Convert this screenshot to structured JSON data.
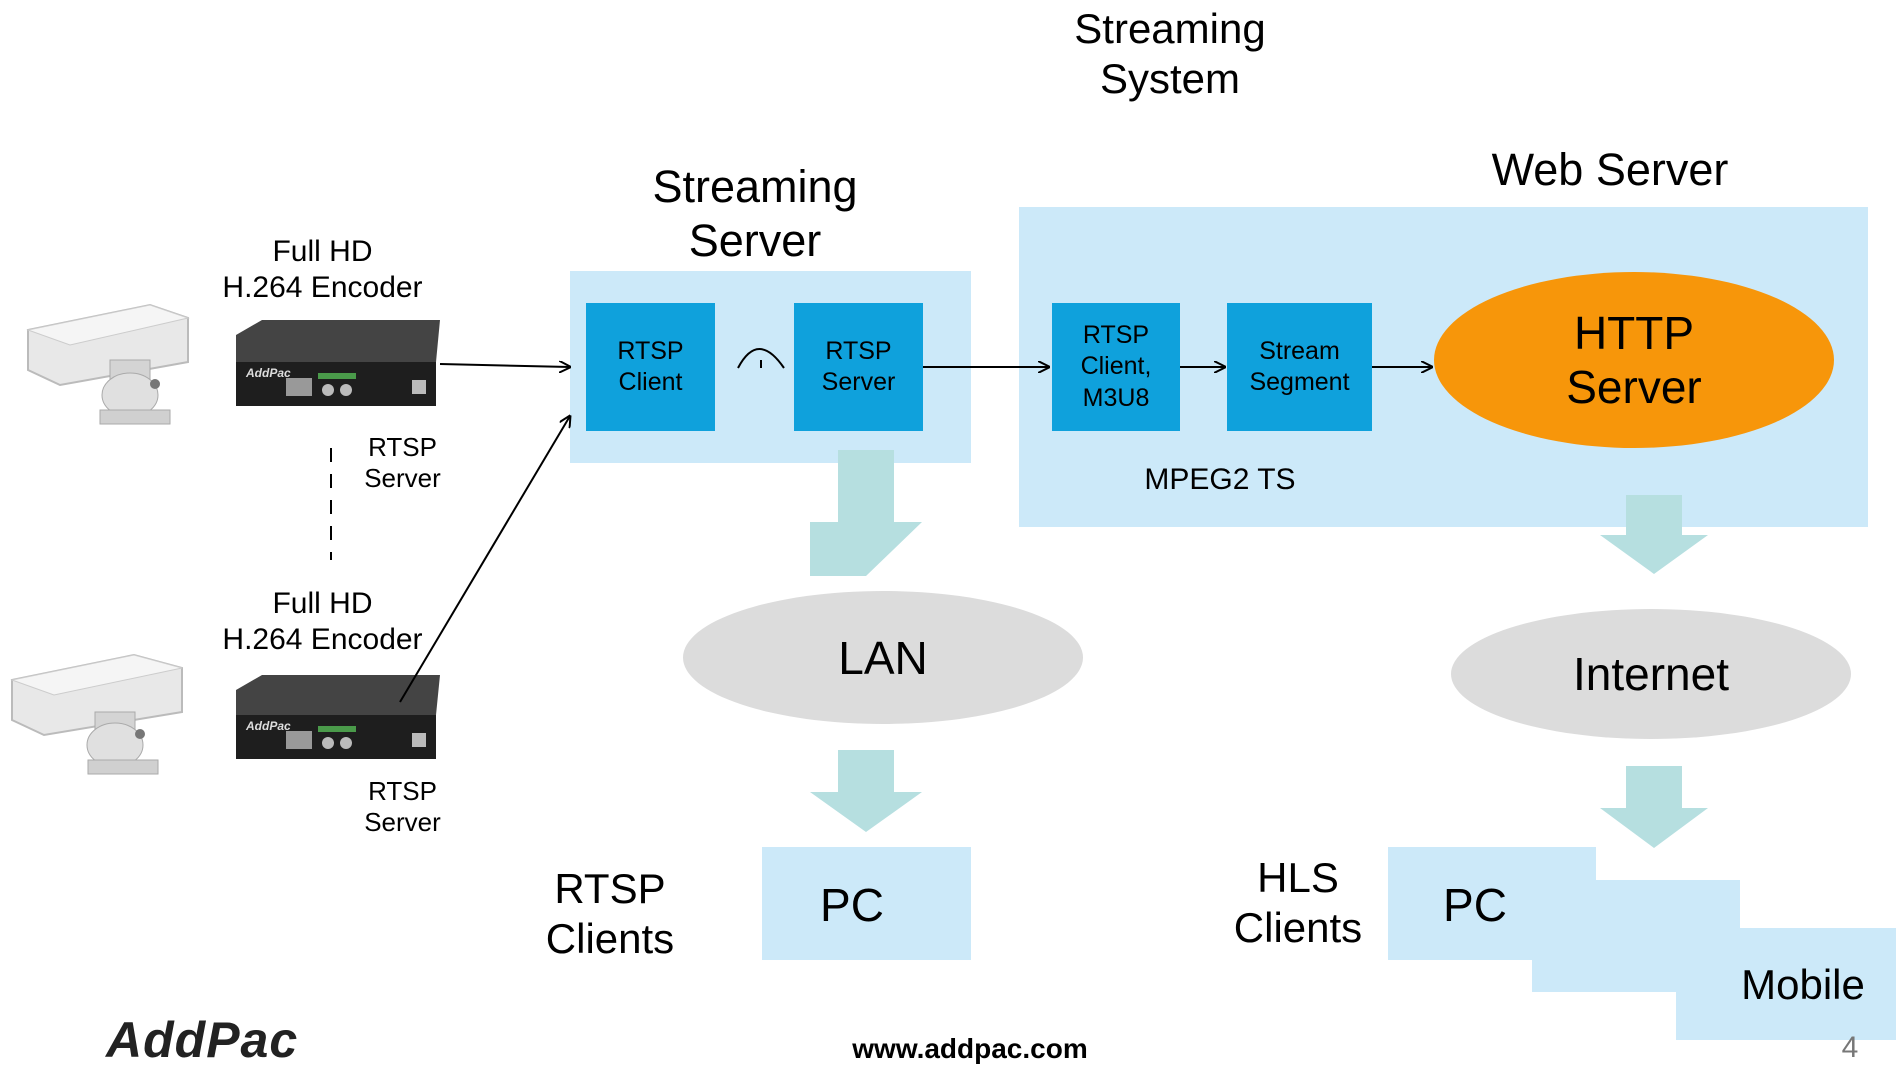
{
  "title": {
    "line1": "Streaming",
    "line2": "System"
  },
  "streaming_server": {
    "title_line1": "Streaming",
    "title_line2": "Server",
    "rtsp_client": {
      "line1": "RTSP",
      "line2": "Client"
    },
    "rtsp_server": {
      "line1": "RTSP",
      "line2": "Server"
    }
  },
  "web_server": {
    "title": "Web Server",
    "rtsp_client_m3u8": {
      "line1": "RTSP",
      "line2": "Client,",
      "line3": "M3U8"
    },
    "stream_segment": {
      "line1": "Stream",
      "line2": "Segment"
    },
    "http_server": {
      "line1": "HTTP",
      "line2": "Server"
    },
    "mpeg_label": "MPEG2 TS"
  },
  "encoders": [
    {
      "line1": "Full HD",
      "line2": "H.264 Encoder",
      "server_line1": "RTSP",
      "server_line2": "Server",
      "brand": "AddPac"
    },
    {
      "line1": "Full HD",
      "line2": "H.264 Encoder",
      "server_line1": "RTSP",
      "server_line2": "Server",
      "brand": "AddPac"
    }
  ],
  "lan": "LAN",
  "internet": "Internet",
  "rtsp_clients": {
    "line1": "RTSP",
    "line2": "Clients",
    "pc": "PC"
  },
  "hls_clients": {
    "line1": "HLS",
    "line2": "Clients",
    "pc": "PC",
    "mobile": "Mobile"
  },
  "footer": {
    "logo": "AddPac",
    "url": "www.addpac.com",
    "page_number": "4"
  },
  "colors": {
    "panel": "#cce9f9",
    "box": "#0fa1dc",
    "http": "#f7960a",
    "oval": "#dcdcdc",
    "arrow": "#b6dfe0"
  }
}
